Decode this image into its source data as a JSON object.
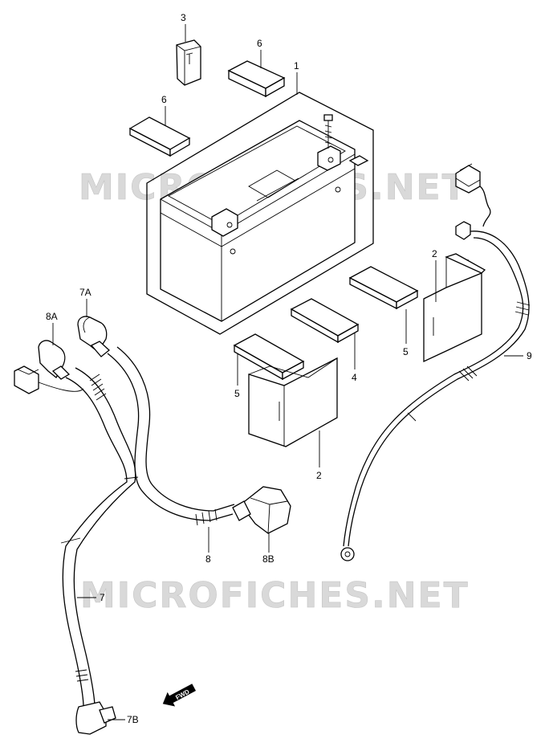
{
  "watermark": {
    "text": "MICROFICHES.NET"
  },
  "callouts": {
    "c3": "3",
    "c6a": "6",
    "c6b": "6",
    "c1": "1",
    "c2a": "2",
    "c2b": "2",
    "c5a": "5",
    "c5b": "5",
    "c4": "4",
    "c9": "9",
    "c7a": "7A",
    "c8a": "8A",
    "c8": "8",
    "c8b": "8B",
    "c7": "7",
    "c7b": "7B"
  },
  "fwd_label": "FWD"
}
